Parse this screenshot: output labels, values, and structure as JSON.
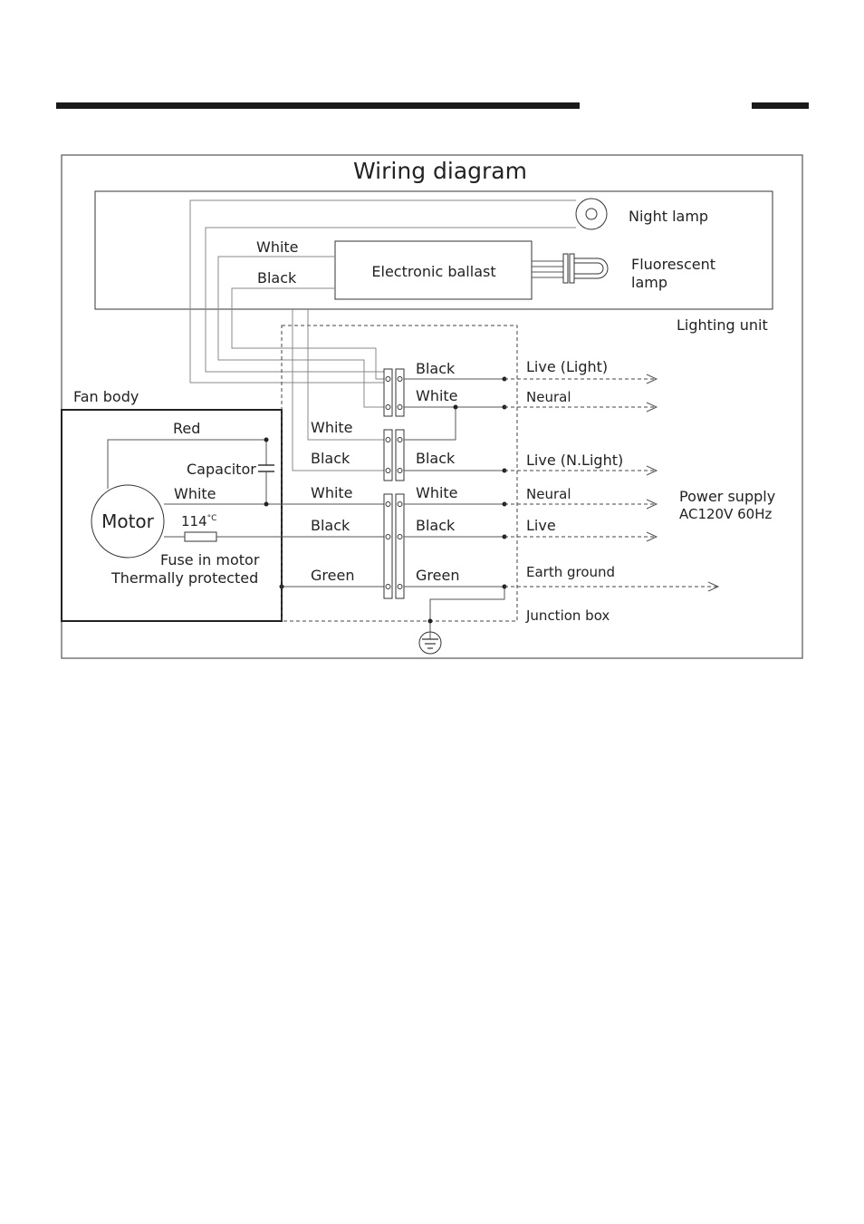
{
  "diagram": {
    "title": "Wiring diagram",
    "lighting_unit": {
      "label": "Lighting unit",
      "night_lamp": "Night lamp",
      "ballast": "Electronic  ballast",
      "fluorescent_line1": "Fluorescent",
      "fluorescent_line2": "lamp",
      "white_wire": "White",
      "black_wire": "Black"
    },
    "fan_body": {
      "label": "Fan body",
      "motor": "Motor",
      "red": "Red",
      "capacitor": "Capacitor",
      "white": "White",
      "fuse_temp": "114",
      "fuse_unit": "°C",
      "fuse_line1": "Fuse in motor",
      "fuse_line2": "Thermally protected"
    },
    "terminal_left": {
      "white_1": "White",
      "black_1": "Black",
      "white_2": "White",
      "black_2": "Black",
      "green": "Green"
    },
    "terminal_right": {
      "black_1": "Black",
      "white_1": "White",
      "black_2": "Black",
      "white_2": "White",
      "black_3": "Black",
      "green": "Green"
    },
    "outputs": {
      "live_light": "Live  (Light)",
      "neural_1": "Neural",
      "live_nlight": "Live  (N.Light)",
      "neural_2": "Neural",
      "live": "Live",
      "earth": "Earth ground",
      "junction_box": "Junction box"
    },
    "power_supply": {
      "line1": "Power supply",
      "line2": "AC120V 60Hz"
    },
    "colors": {
      "line": "#333333",
      "text": "#222222"
    }
  }
}
